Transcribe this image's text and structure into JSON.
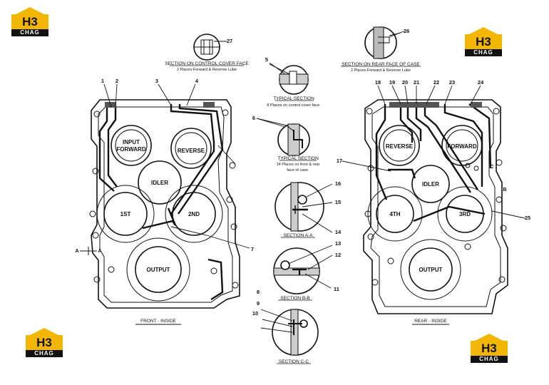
{
  "logos": {
    "top_text": "H3",
    "bottom_text": "CHAG"
  },
  "captions": {
    "section_control_cover": "SECTION ON CONTROL COVER FACE",
    "section_control_cover_sub": "2 Places-Forward & Reverse Lube",
    "section_rear_face": "SECTION ON REAR FACE OF CASE",
    "section_rear_face_sub": "2 Places-Forward & Reverse Lube",
    "typical_section_1": "TYPICAL SECTION",
    "typical_section_1_sub": "8 Places on control cover face.",
    "typical_section_2": "TYPICAL SECTION",
    "typical_section_2_sub1": "14 Places on front & rear",
    "typical_section_2_sub2": "face of case.",
    "section_aa": "SECTION A-A",
    "section_bb": "SECTION B-B",
    "section_cc": "SECTION C-C",
    "front_inside": "FRONT - INSIDE",
    "rear_inside": "REAR - INSIDE"
  },
  "front_labels": {
    "input_forward_1": "INPUT",
    "input_forward_2": "FORWARD",
    "reverse": "REVERSE",
    "idler": "IDLER",
    "first": "1ST",
    "second": "2ND",
    "output": "OUTPUT",
    "a_mark_left": "A",
    "a_mark_right": "A"
  },
  "rear_labels": {
    "reverse": "REVERSE",
    "forward": "FORWARD",
    "idler": "IDLER",
    "fourth": "4TH",
    "third": "3RD",
    "output": "OUTPUT",
    "c_mark": "C",
    "b_mark": "B"
  },
  "callouts": [
    "1",
    "2",
    "3",
    "4",
    "5",
    "6",
    "7",
    "8",
    "9",
    "10",
    "11",
    "12",
    "13",
    "14",
    "15",
    "16",
    "17",
    "18",
    "19",
    "20",
    "21",
    "22",
    "23",
    "24",
    "25",
    "26",
    "27"
  ]
}
